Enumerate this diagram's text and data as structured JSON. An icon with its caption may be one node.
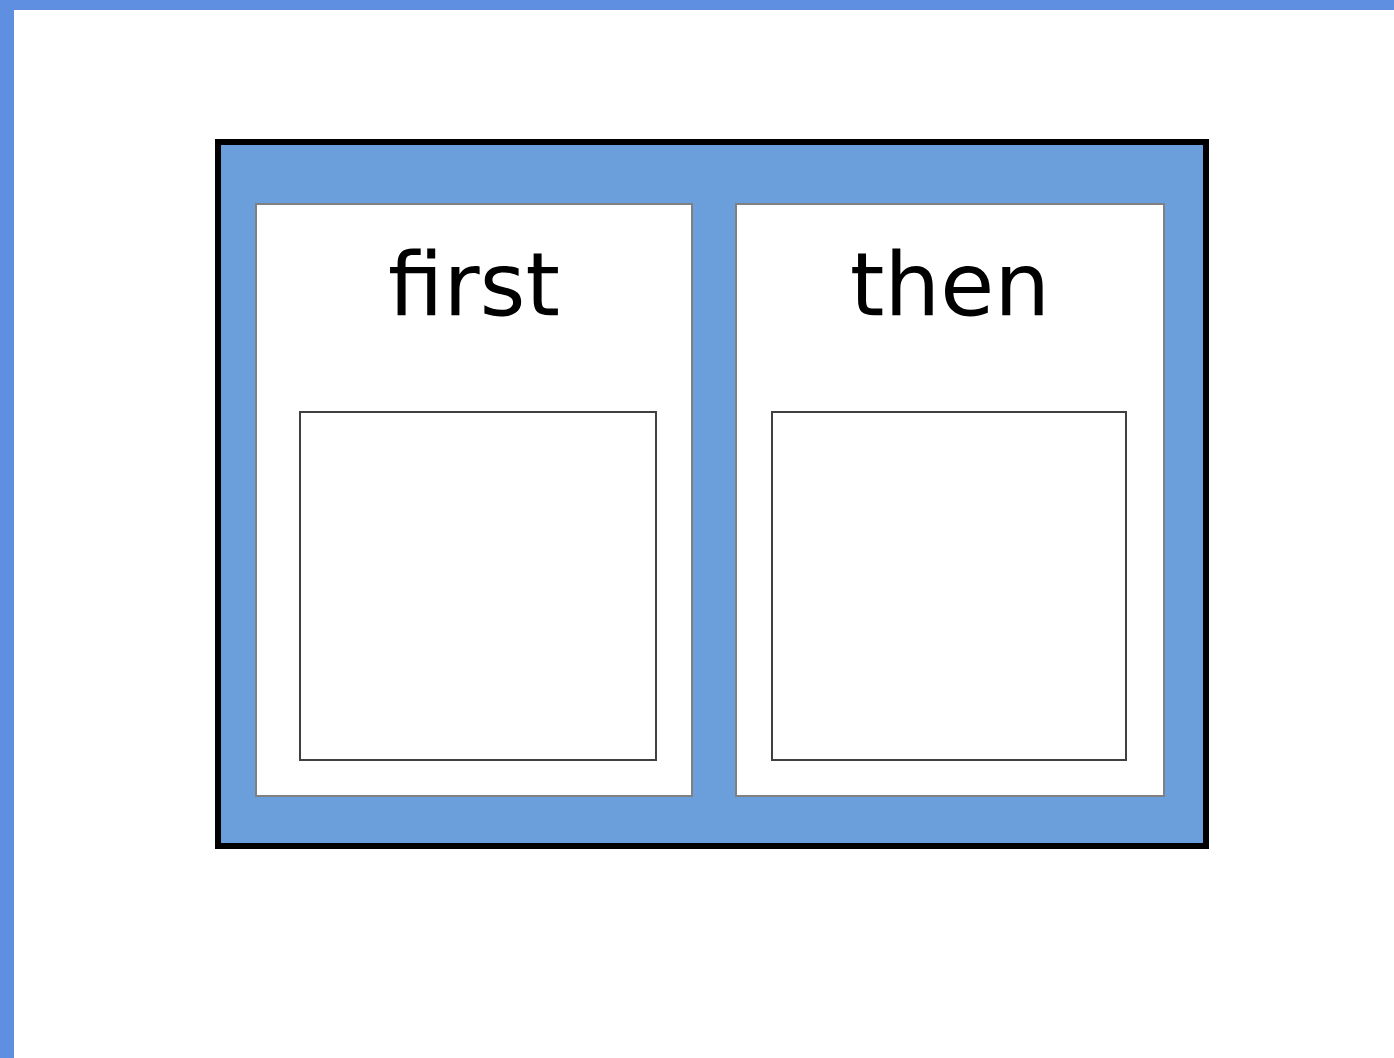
{
  "diagram": {
    "nodes": [
      {
        "text": [],
        "shape": "box"
      },
      {
        "text": [
          "first"
        ],
        "in": 0
      },
      {
        "text": [],
        "shape": "box",
        "in": 1
      },
      {
        "text": [
          "then"
        ],
        "in": 0
      },
      {
        "text": [],
        "shape": "box",
        "in": 3
      }
    ]
  }
}
